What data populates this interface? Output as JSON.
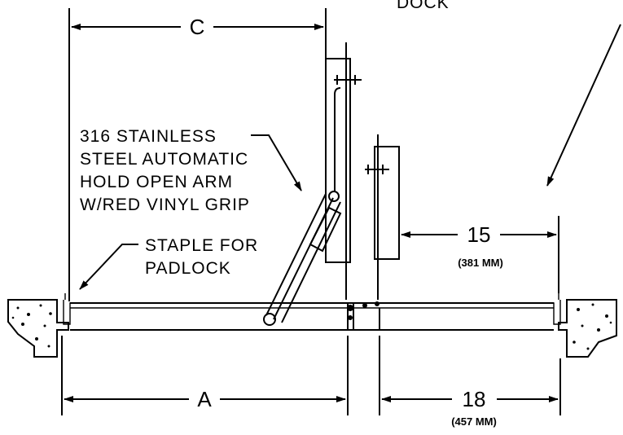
{
  "labels": {
    "dock": "DOCK",
    "arm_line1": "316 STAINLESS",
    "arm_line2": "STEEL AUTOMATIC",
    "arm_line3": "HOLD OPEN ARM",
    "arm_line4": "W/RED VINYL GRIP",
    "staple_line1": "STAPLE FOR",
    "staple_line2": "PADLOCK"
  },
  "dimensions": {
    "c": "C",
    "a": "A",
    "d15": "15",
    "d15_mm": "(381 MM)",
    "d18": "18",
    "d18_mm": "(457 MM)"
  }
}
